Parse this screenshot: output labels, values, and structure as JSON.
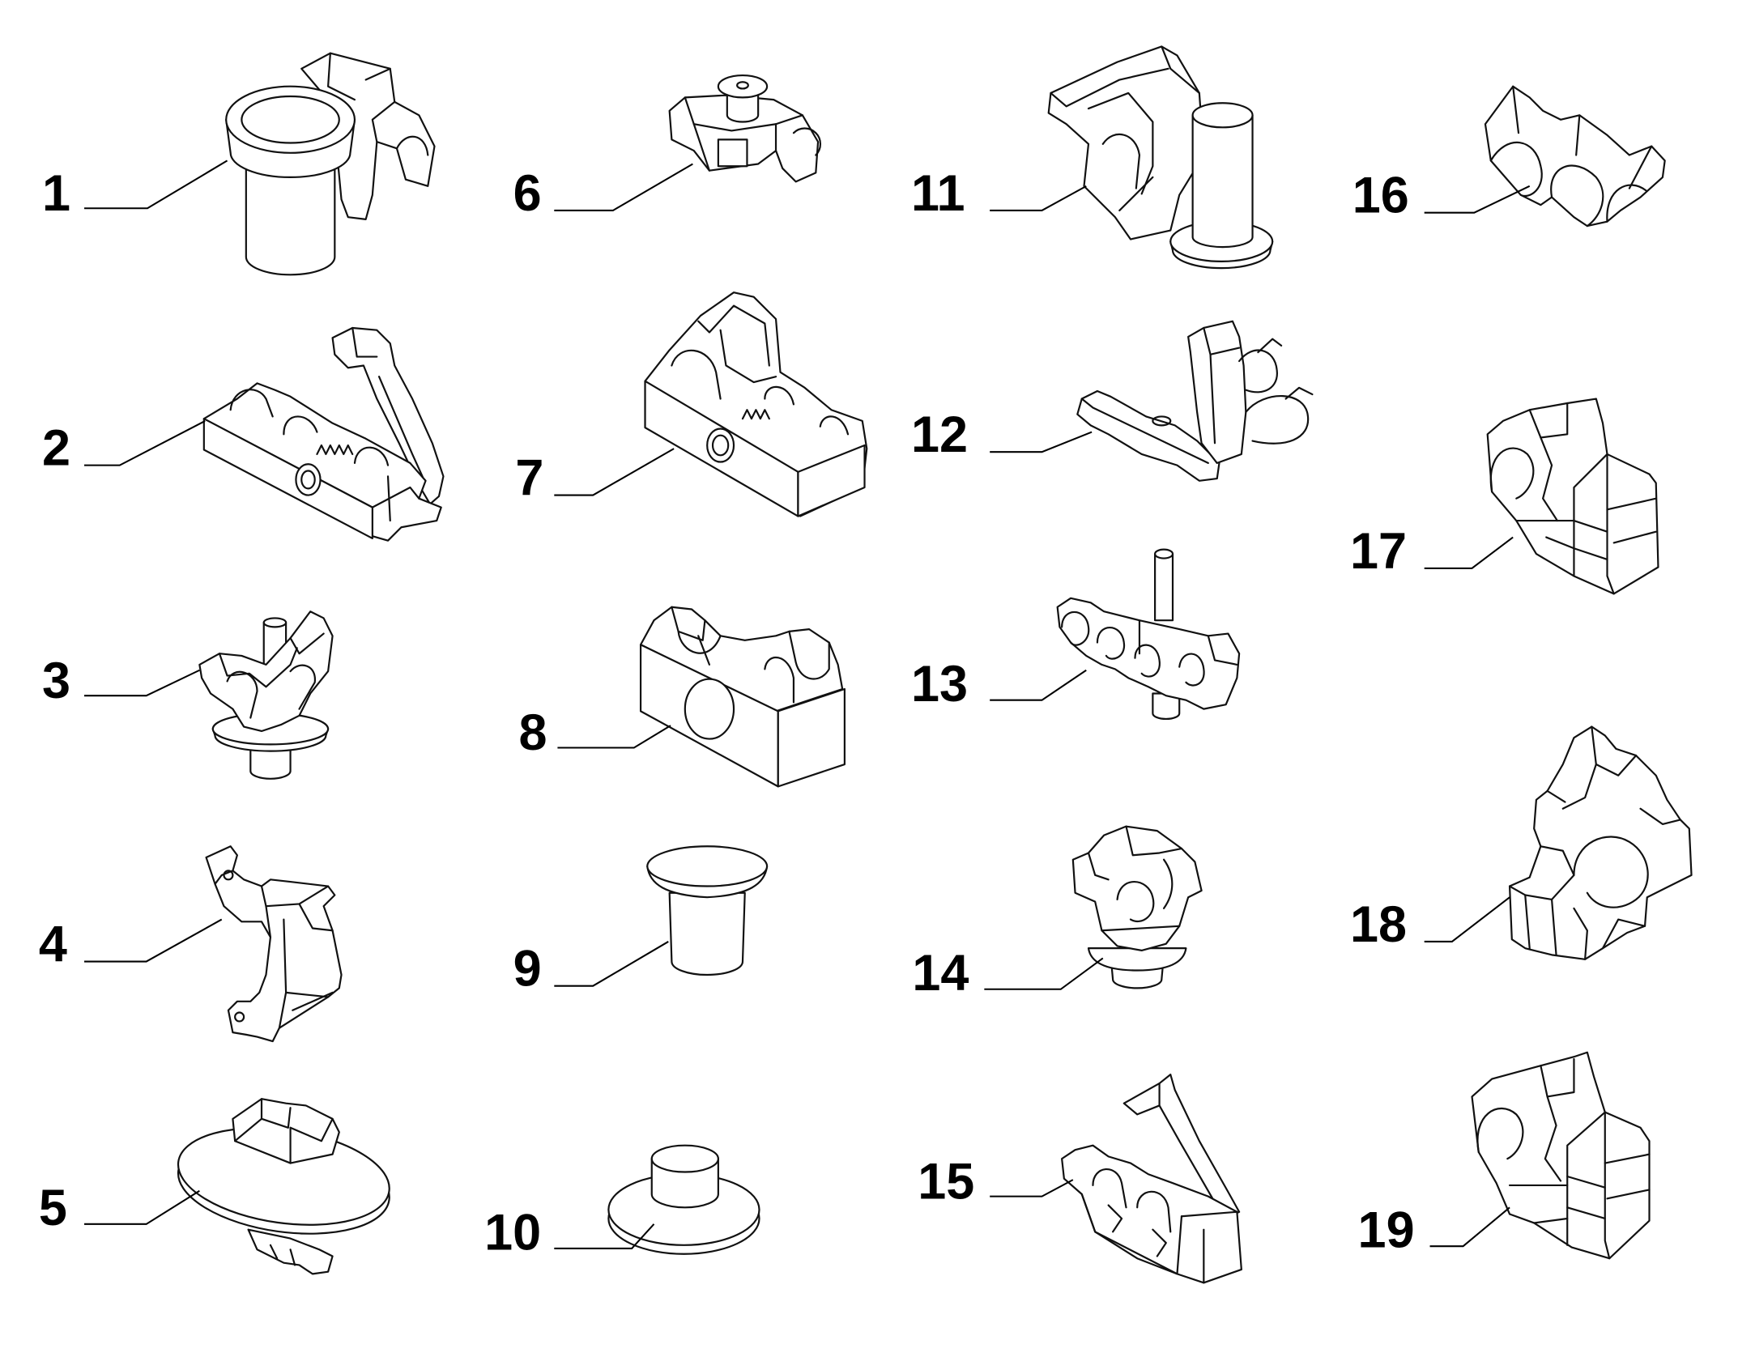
{
  "callouts": [
    {
      "number": "1"
    },
    {
      "number": "2"
    },
    {
      "number": "3"
    },
    {
      "number": "4"
    },
    {
      "number": "5"
    },
    {
      "number": "6"
    },
    {
      "number": "7"
    },
    {
      "number": "8"
    },
    {
      "number": "9"
    },
    {
      "number": "10"
    },
    {
      "number": "11"
    },
    {
      "number": "12"
    },
    {
      "number": "13"
    },
    {
      "number": "14"
    },
    {
      "number": "15"
    },
    {
      "number": "16"
    },
    {
      "number": "17"
    },
    {
      "number": "18"
    },
    {
      "number": "19"
    }
  ]
}
